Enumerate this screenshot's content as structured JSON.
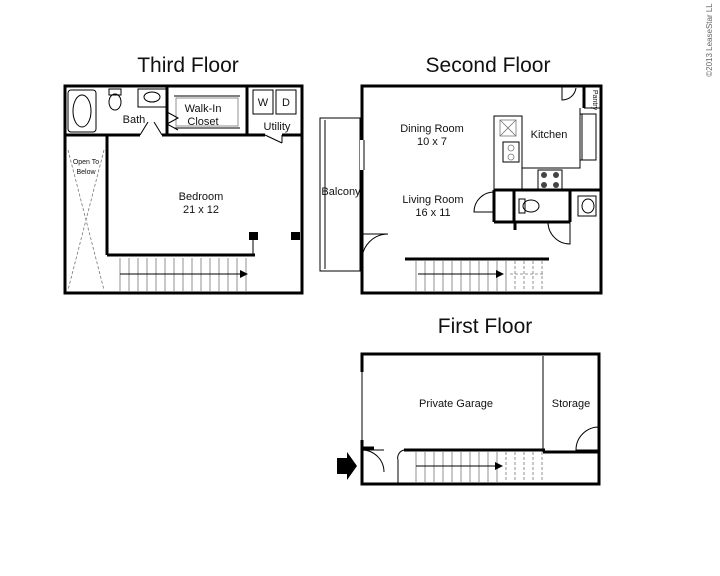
{
  "floors": {
    "third": {
      "title": "Third Floor",
      "bath": "Bath",
      "walkin_line1": "Walk-In",
      "walkin_line2": "Closet",
      "washer": "W",
      "dryer": "D",
      "utility": "Utility",
      "open_line1": "Open To",
      "open_line2": "Below",
      "bedroom": "Bedroom",
      "bedroom_size": "21 x 12"
    },
    "second": {
      "title": "Second Floor",
      "dining": "Dining Room",
      "dining_size": "10 x 7",
      "kitchen": "Kitchen",
      "pantry": "Pantry",
      "balcony": "Balcony",
      "living": "Living Room",
      "living_size": "16 x 11"
    },
    "first": {
      "title": "First Floor",
      "garage": "Private Garage",
      "storage": "Storage"
    }
  },
  "copyright": "©2013 LeaseStar LL"
}
